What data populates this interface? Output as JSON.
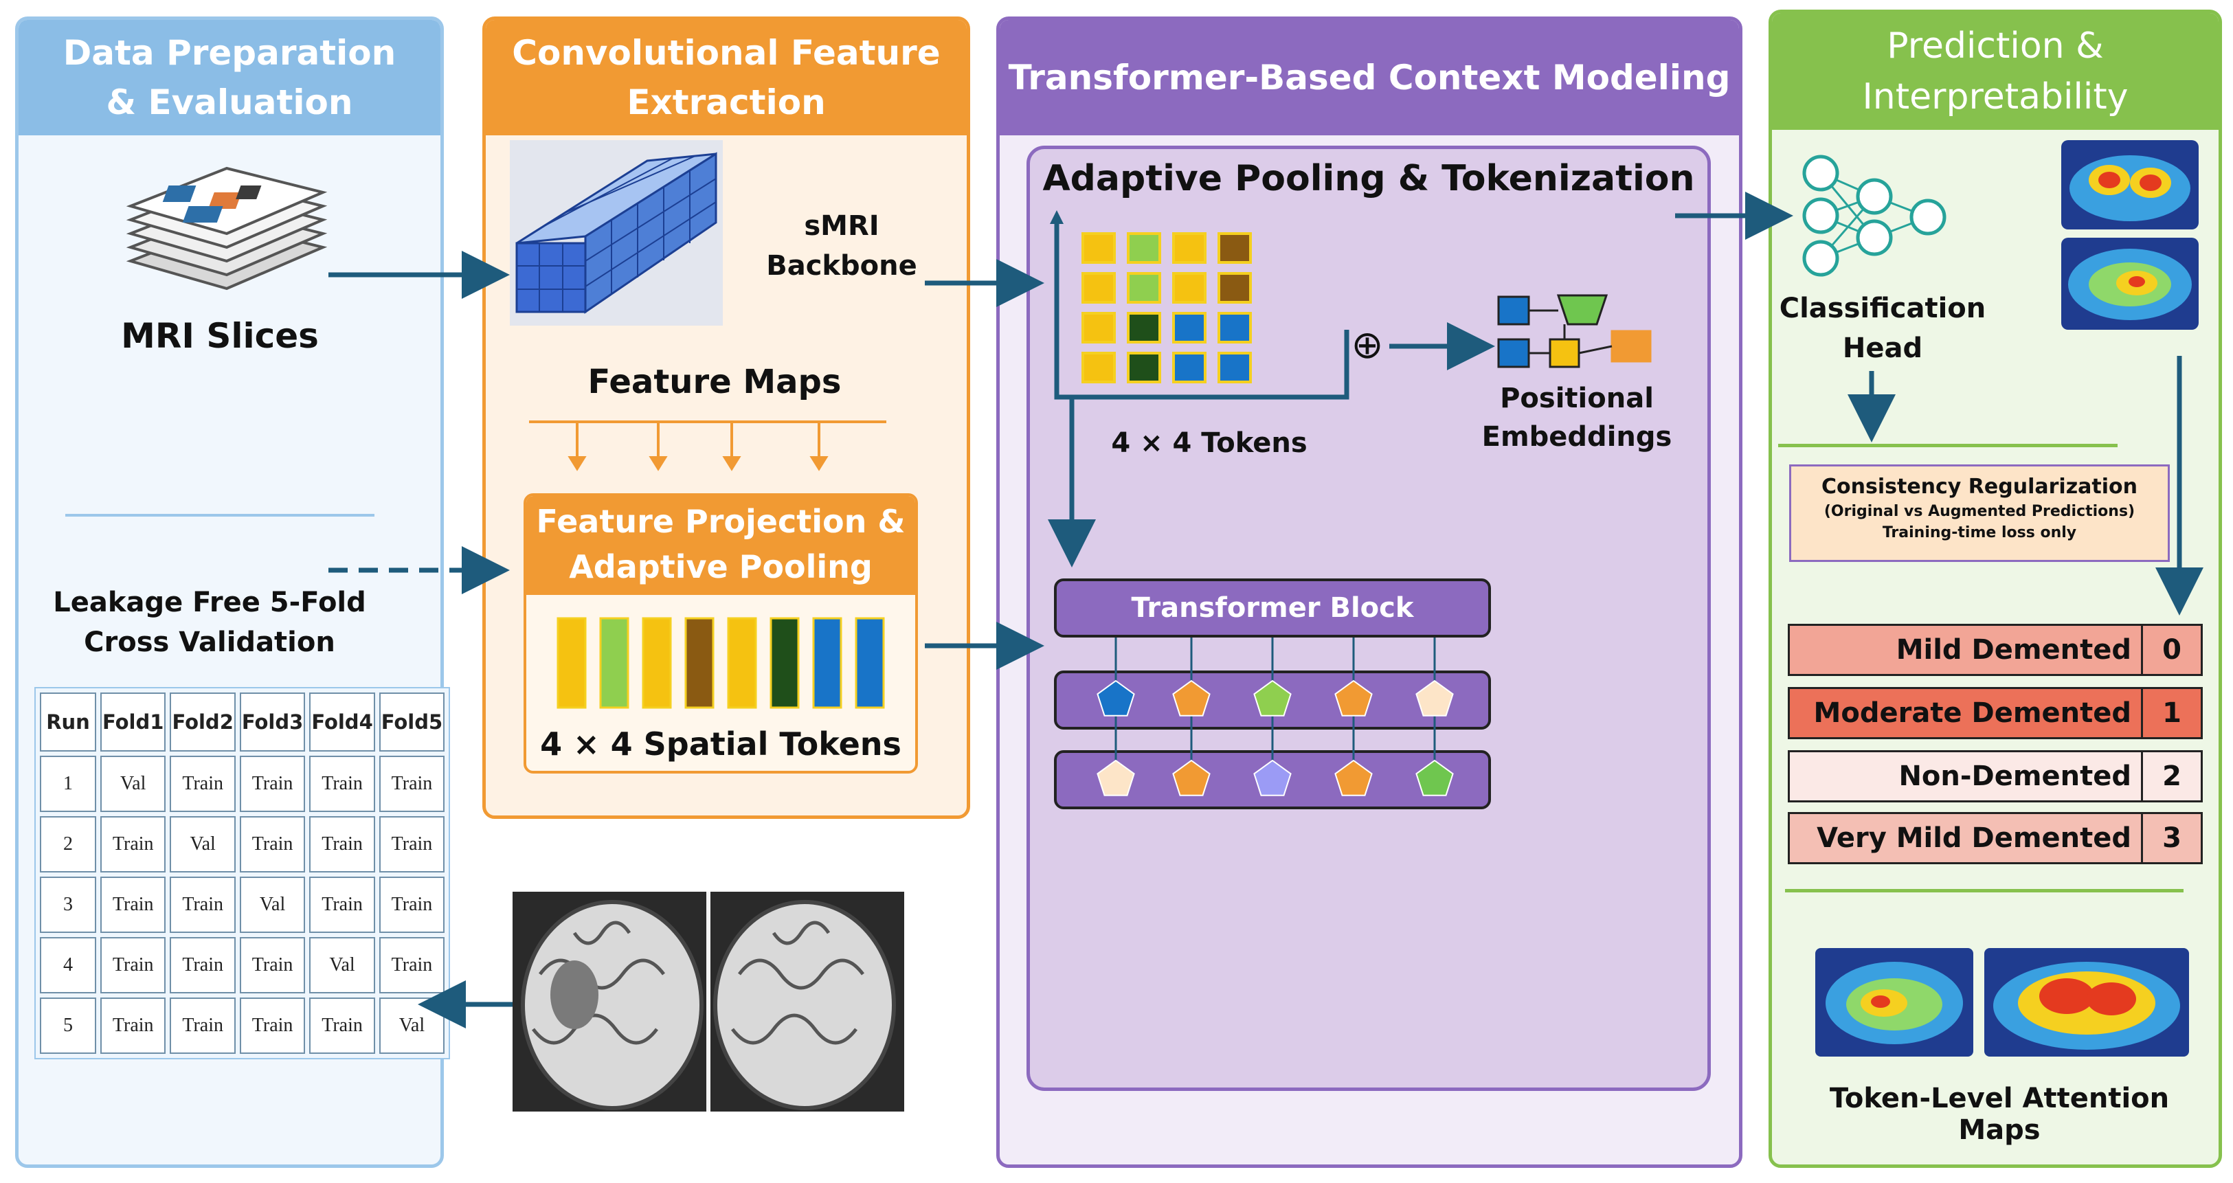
{
  "panels": {
    "data_prep": {
      "title_line1": "Data Preparation",
      "title_line2": "& Evaluation",
      "color": "#8bbde6"
    },
    "conv": {
      "title_line1": "Convolutional Feature",
      "title_line2": "Extraction",
      "color": "#f19a33"
    },
    "transformer": {
      "title": "Transformer-Based Context Modeling",
      "color": "#8c6abf"
    },
    "prediction": {
      "title_line1": "Prediction &",
      "title_line2": "Interpretability",
      "color": "#86c14d"
    }
  },
  "data_prep": {
    "mri_slices_label": "MRI Slices",
    "cv_label_line1": "Leakage Free 5-Fold",
    "cv_label_line2": "Cross Validation",
    "cv_table": {
      "headers": [
        "Run",
        "Fold1",
        "Fold2",
        "Fold3",
        "Fold4",
        "Fold5"
      ],
      "rows": [
        [
          "1",
          "Val",
          "Train",
          "Train",
          "Train",
          "Train"
        ],
        [
          "2",
          "Train",
          "Val",
          "Train",
          "Train",
          "Train"
        ],
        [
          "3",
          "Train",
          "Train",
          "Val",
          "Train",
          "Train"
        ],
        [
          "4",
          "Train",
          "Train",
          "Train",
          "Val",
          "Train"
        ],
        [
          "5",
          "Train",
          "Train",
          "Train",
          "Train",
          "Val"
        ]
      ]
    }
  },
  "conv": {
    "backbone_line1": "sMRI",
    "backbone_line2": "Backbone",
    "feature_maps_label": "Feature Maps",
    "projection_title_line1": "Feature Projection &",
    "projection_title_line2": "Adaptive Pooling",
    "spatial_tokens_label": "4 × 4 Spatial Tokens",
    "token_colors": [
      "#f5c211",
      "#8fcf4f",
      "#f5c211",
      "#8a5a12",
      "#f5c211",
      "#1f4f1a",
      "#1874c8",
      "#1874c8"
    ]
  },
  "transformer": {
    "tokenization_title": "Adaptive Pooling & Tokenization",
    "tokens_label": "4 × 4 Tokens",
    "plus_symbol": "⊕",
    "positional_line1": "Positional",
    "positional_line2": "Embeddings",
    "block_label": "Transformer Block",
    "grid_colors": [
      [
        "#f5c211",
        "#8fcf4f",
        "#f5c211",
        "#8a5a12"
      ],
      [
        "#f5c211",
        "#8fcf4f",
        "#f5c211",
        "#8a5a12"
      ],
      [
        "#f5c211",
        "#1f4f1a",
        "#1874c8",
        "#1874c8"
      ],
      [
        "#f5c211",
        "#1f4f1a",
        "#1874c8",
        "#1874c8"
      ]
    ],
    "row1_colors": [
      "#1874c8",
      "#f19a33",
      "#8fcf4f",
      "#f19a33",
      "#fde5c8"
    ],
    "row2_colors": [
      "#fde5c8",
      "#f19a33",
      "#9b9bf5",
      "#f19a33",
      "#6fc64f"
    ]
  },
  "prediction": {
    "head_line1": "Classification",
    "head_line2": "Head",
    "consistency_title": "Consistency Regularization",
    "consistency_sub1": "(Original vs Augmented Predictions)",
    "consistency_sub2": "Training-time loss only",
    "classes": [
      {
        "name": "Mild Demented",
        "index": "0",
        "color": "#f2a596"
      },
      {
        "name": "Moderate Demented",
        "index": "1",
        "color": "#ec7159"
      },
      {
        "name": "Non-Demented",
        "index": "2",
        "color": "#fbe9e6"
      },
      {
        "name": "Very Mild Demented",
        "index": "3",
        "color": "#f4bfb4"
      }
    ],
    "attention_label": "Token-Level Attention Maps"
  }
}
